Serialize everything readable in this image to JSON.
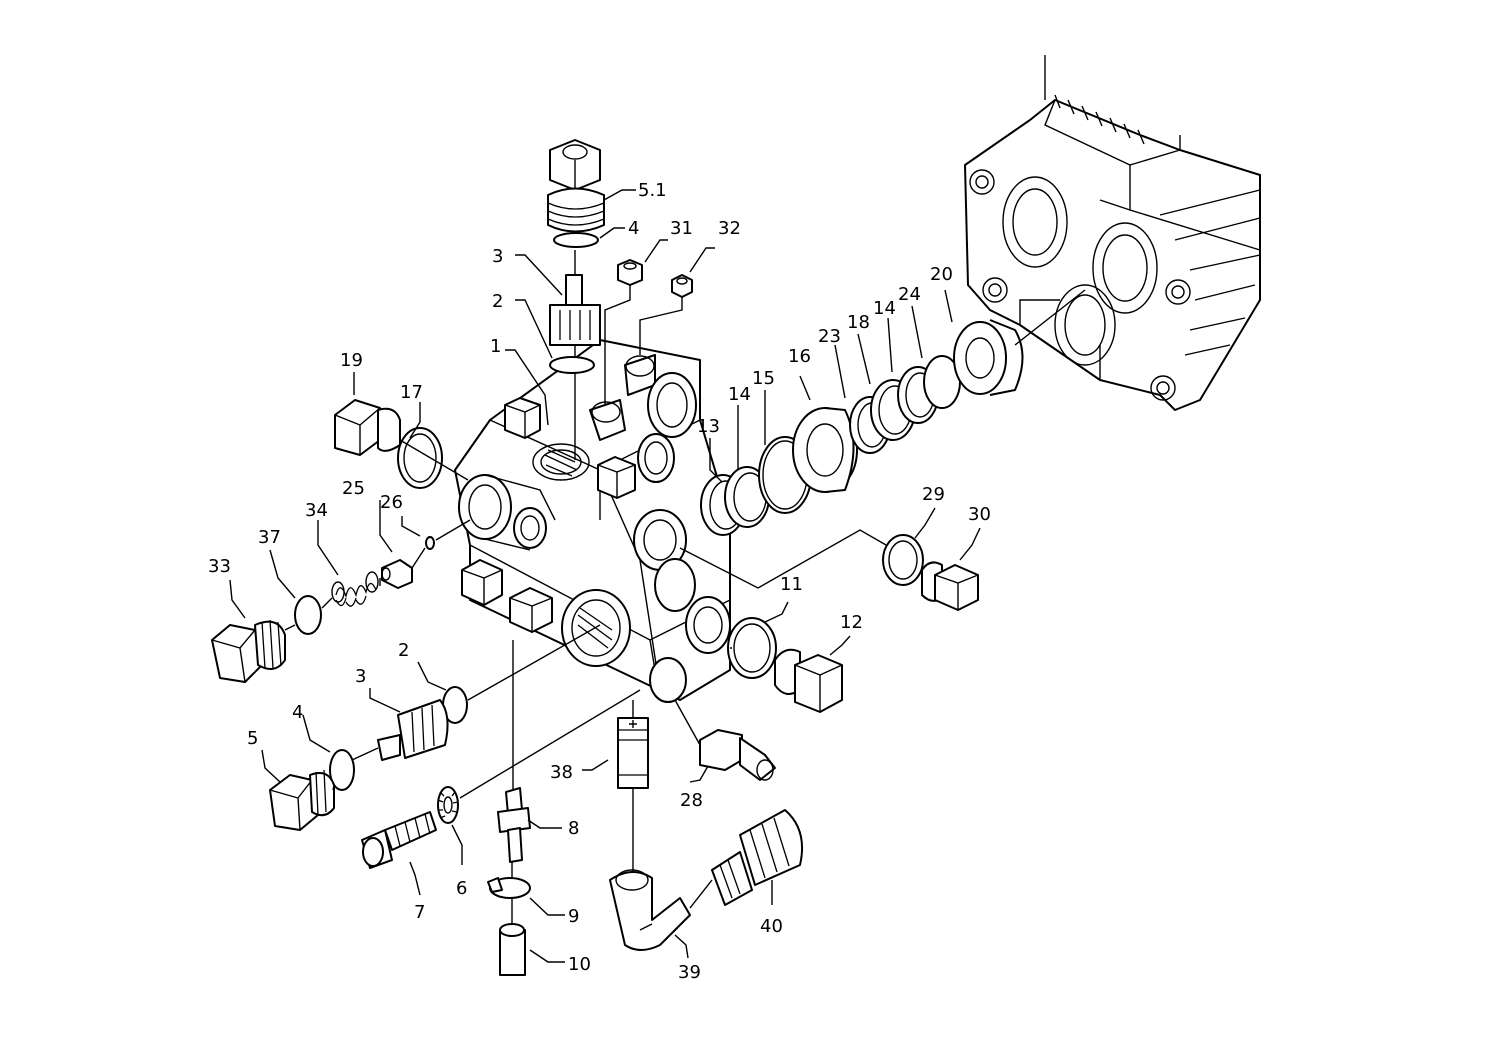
{
  "labels": [
    {
      "id": "5.1",
      "text": "5.1"
    },
    {
      "id": "4a",
      "text": "4"
    },
    {
      "id": "31",
      "text": "31"
    },
    {
      "id": "32",
      "text": "32"
    },
    {
      "id": "3a",
      "text": "3"
    },
    {
      "id": "2a",
      "text": "2"
    },
    {
      "id": "1",
      "text": "1"
    },
    {
      "id": "19",
      "text": "19"
    },
    {
      "id": "17",
      "text": "17"
    },
    {
      "id": "25",
      "text": "25"
    },
    {
      "id": "26",
      "text": "26"
    },
    {
      "id": "34",
      "text": "34"
    },
    {
      "id": "37",
      "text": "37"
    },
    {
      "id": "33",
      "text": "33"
    },
    {
      "id": "13",
      "text": "13"
    },
    {
      "id": "14a",
      "text": "14"
    },
    {
      "id": "15",
      "text": "15"
    },
    {
      "id": "16",
      "text": "16"
    },
    {
      "id": "23",
      "text": "23"
    },
    {
      "id": "18",
      "text": "18"
    },
    {
      "id": "14b",
      "text": "14"
    },
    {
      "id": "24",
      "text": "24"
    },
    {
      "id": "20",
      "text": "20"
    },
    {
      "id": "29",
      "text": "29"
    },
    {
      "id": "30",
      "text": "30"
    },
    {
      "id": "11",
      "text": "11"
    },
    {
      "id": "12",
      "text": "12"
    },
    {
      "id": "2b",
      "text": "2"
    },
    {
      "id": "3b",
      "text": "3"
    },
    {
      "id": "4b",
      "text": "4"
    },
    {
      "id": "5",
      "text": "5"
    },
    {
      "id": "38",
      "text": "38"
    },
    {
      "id": "28",
      "text": "28"
    },
    {
      "id": "8",
      "text": "8"
    },
    {
      "id": "6",
      "text": "6"
    },
    {
      "id": "7",
      "text": "7"
    },
    {
      "id": "9",
      "text": "9"
    },
    {
      "id": "10",
      "text": "10"
    },
    {
      "id": "39",
      "text": "39"
    },
    {
      "id": "40",
      "text": "40"
    }
  ]
}
